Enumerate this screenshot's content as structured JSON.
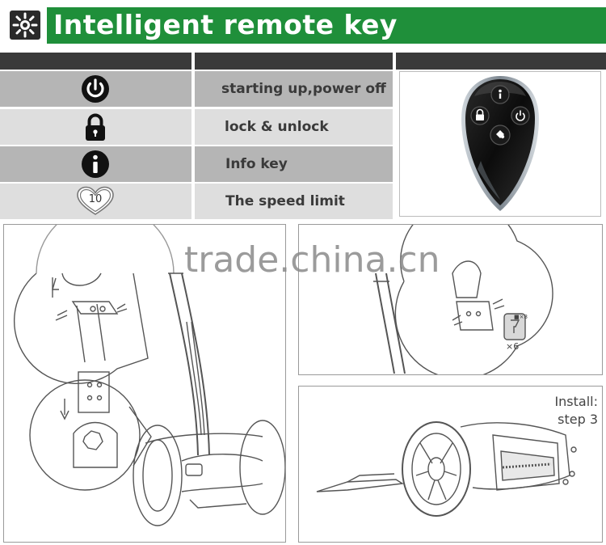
{
  "header": {
    "title": "Intelligent remote key",
    "logo_icon": "sun-gear-icon",
    "bar_color": "#1f8f3a"
  },
  "keys": [
    {
      "icon": "power-icon",
      "label": "starting up,power off"
    },
    {
      "icon": "lock-icon",
      "label": "lock & unlock"
    },
    {
      "icon": "info-icon",
      "label": "Info key"
    },
    {
      "icon": "heart-speed-icon",
      "icon_text": "10",
      "label": "The speed limit"
    }
  ],
  "watermark": "trade.china.cn",
  "diagram": {
    "screw_count_small": "■×8",
    "screw_count": "×6",
    "install_line1": "Install:",
    "install_line2": "step 3"
  }
}
